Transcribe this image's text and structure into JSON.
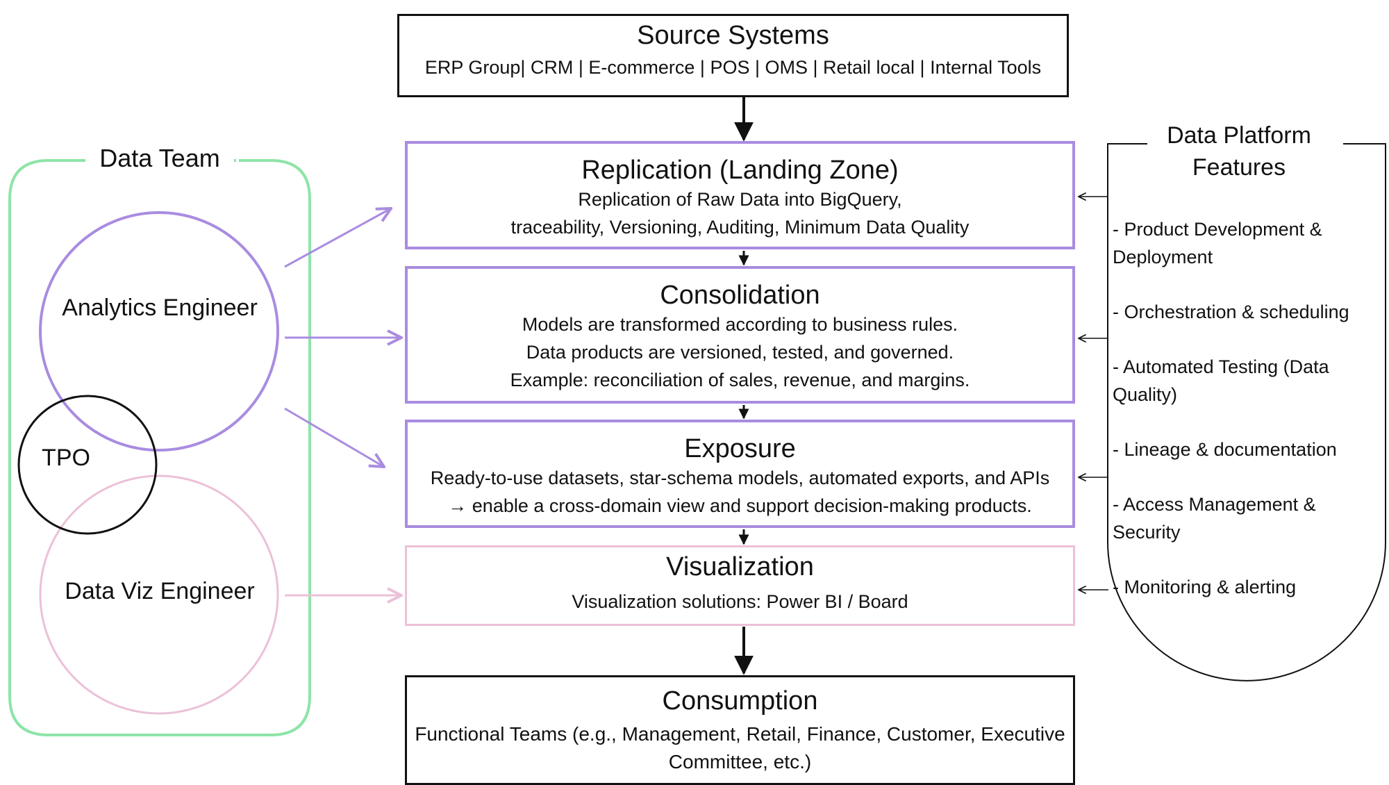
{
  "source_systems": {
    "title": "Source Systems",
    "subtitle": "ERP Group| CRM | E-commerce | POS | OMS | Retail local | Internal Tools"
  },
  "pipeline": {
    "replication": {
      "title": "Replication (Landing Zone)",
      "lines": [
        "Replication of Raw Data into BigQuery,",
        "traceability, Versioning, Auditing, Minimum Data Quality"
      ]
    },
    "consolidation": {
      "title": "Consolidation",
      "lines": [
        "Models are transformed according to business rules.",
        "Data products are versioned, tested, and governed.",
        "Example: reconciliation of sales, revenue, and margins."
      ]
    },
    "exposure": {
      "title": "Exposure",
      "lines": [
        "Ready-to-use datasets, star-schema models, automated exports, and APIs",
        "→ enable a cross-domain view and support decision-making products."
      ]
    },
    "visualization": {
      "title": "Visualization",
      "lines": [
        "Visualization solutions: Power BI / Board"
      ]
    },
    "consumption": {
      "title": "Consumption",
      "lines": [
        "Functional Teams (e.g., Management, Retail, Finance, Customer, Executive Committee, etc.)"
      ]
    }
  },
  "data_team": {
    "title": "Data Team",
    "analytics_engineer": "Analytics Engineer",
    "tpo": "TPO",
    "data_viz_engineer": "Data Viz Engineer"
  },
  "platform": {
    "title": "Data Platform Features",
    "features": [
      "- Product Development & Deployment",
      "- Orchestration & scheduling",
      "- Automated Testing (Data Quality)",
      "- Lineage & documentation",
      "- Access Management & Security",
      "- Monitoring & alerting"
    ]
  },
  "colors": {
    "black": "#111111",
    "purple": "#a98ce0",
    "pink": "#ecc0d8",
    "green": "#8ee4a8"
  }
}
